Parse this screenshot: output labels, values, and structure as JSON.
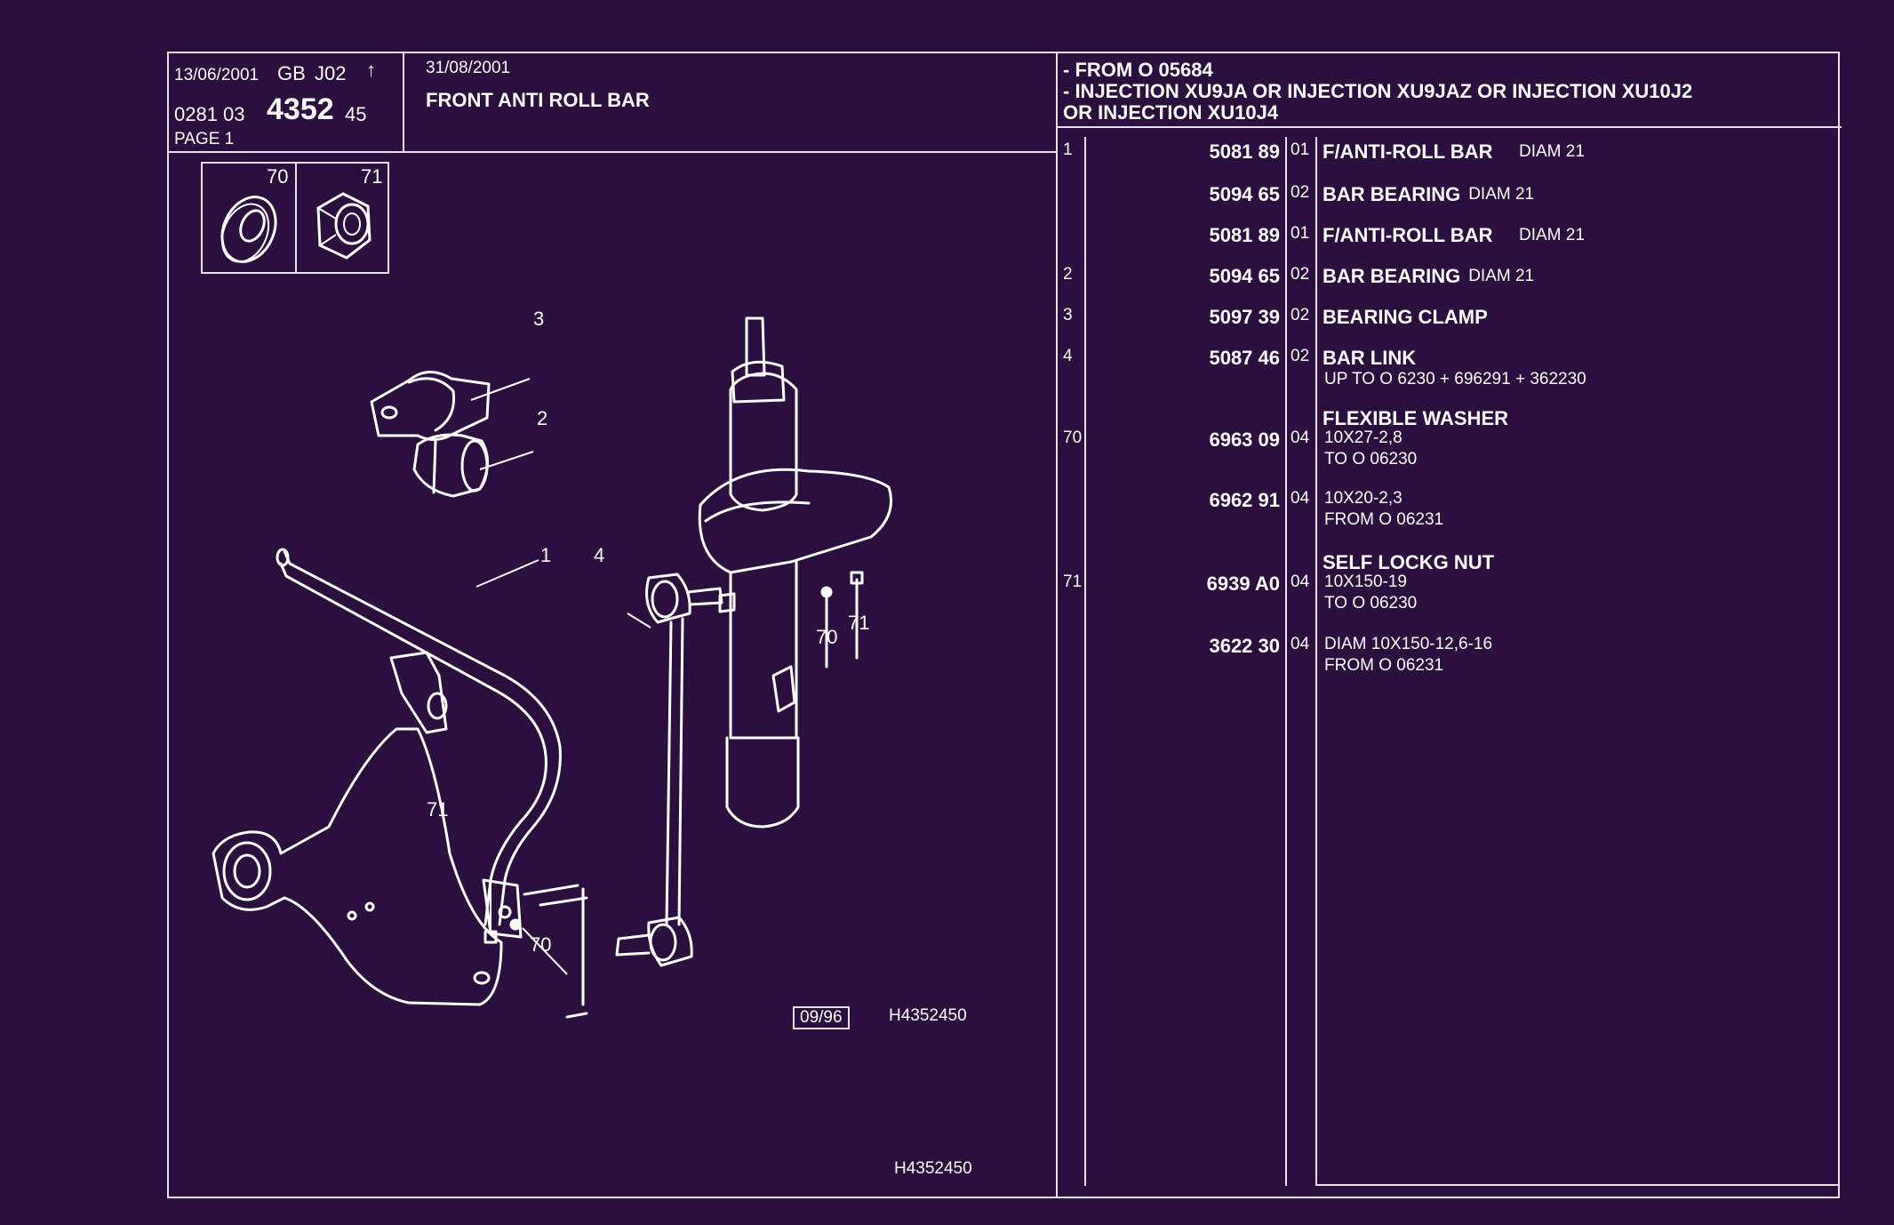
{
  "header": {
    "date_issue": "13/06/2001",
    "lang": "GB",
    "code": "J02",
    "arrow": "↑",
    "ref_prefix": "0281  03",
    "ref_main": "4352",
    "ref_suffix": "45",
    "page": "PAGE  1",
    "date_update": "31/08/2001",
    "title": "FRONT ANTI ROLL BAR",
    "conditions": [
      "- FROM  O   05684",
      "- INJECTION  XU9JA  OR  INJECTION  XU9JAZ  OR  INJECTION  XU10J2",
      "OR  INJECTION  XU10J4"
    ]
  },
  "legend": {
    "items": [
      {
        "num": "70",
        "icon": "washer-icon"
      },
      {
        "num": "71",
        "icon": "nut-icon"
      }
    ]
  },
  "callouts": {
    "c1": "1",
    "c2": "2",
    "c3": "3",
    "c4": "4",
    "c70a": "70",
    "c71a": "71",
    "c70b": "70",
    "c71b": "71"
  },
  "footer": {
    "date_box": "09/96",
    "drawing_ref": "H4352450",
    "drawing_ref_bottom": "H4352450"
  },
  "parts": [
    {
      "item": "1",
      "ref": "5081 89",
      "qty": "01",
      "name": "F/ANTI-ROLL BAR",
      "spec": "DIAM 21",
      "notes": []
    },
    {
      "item": "",
      "ref": "5094 65",
      "qty": "02",
      "name": "BAR BEARING",
      "spec": "DIAM 21",
      "notes": []
    },
    {
      "item": "",
      "ref": "5081 89",
      "qty": "01",
      "name": "F/ANTI-ROLL BAR",
      "spec": "DIAM 21",
      "notes": []
    },
    {
      "item": "2",
      "ref": "5094 65",
      "qty": "02",
      "name": "BAR BEARING",
      "spec": "DIAM 21",
      "notes": []
    },
    {
      "item": "3",
      "ref": "5097 39",
      "qty": "02",
      "name": "BEARING CLAMP",
      "spec": "",
      "notes": []
    },
    {
      "item": "4",
      "ref": "5087 46",
      "qty": "02",
      "name": "BAR LINK",
      "spec": "",
      "notes": [
        "UP TO O 6230  +  696291  +  362230"
      ]
    },
    {
      "item": "",
      "ref": "",
      "qty": "",
      "name": "FLEXIBLE WASHER",
      "spec": "",
      "notes": []
    },
    {
      "item": "70",
      "ref": "6963 09",
      "qty": "04",
      "name": "",
      "spec": "",
      "notes": [
        "10X27-2,8",
        "TO  O  06230"
      ]
    },
    {
      "item": "",
      "ref": "6962 91",
      "qty": "04",
      "name": "",
      "spec": "",
      "notes": [
        "10X20-2,3",
        "FROM  O  06231"
      ]
    },
    {
      "item": "",
      "ref": "",
      "qty": "",
      "name": "SELF LOCKG NUT",
      "spec": "",
      "notes": []
    },
    {
      "item": "71",
      "ref": "6939 A0",
      "qty": "04",
      "name": "",
      "spec": "",
      "notes": [
        "10X150-19",
        "TO  O  06230"
      ]
    },
    {
      "item": "",
      "ref": "3622 30",
      "qty": "04",
      "name": "",
      "spec": "",
      "notes": [
        "DIAM  10X150-12,6-16",
        "FROM  O  06231"
      ]
    }
  ]
}
